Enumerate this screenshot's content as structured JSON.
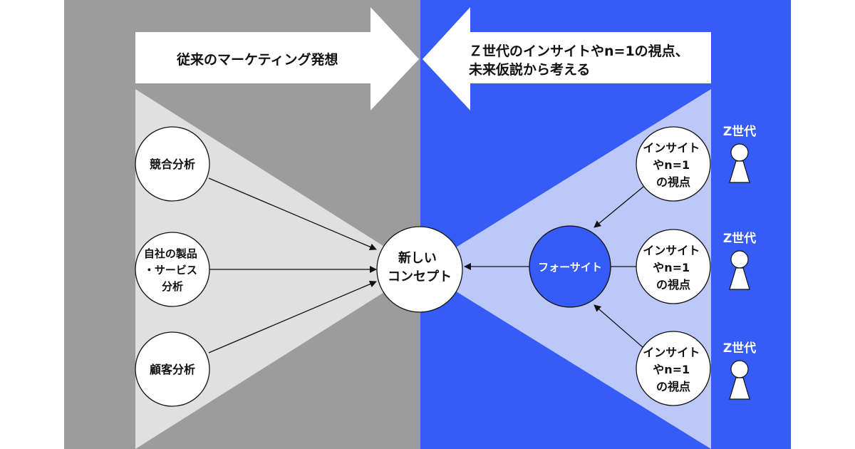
{
  "colors": {
    "gray_panel": "#9c9c9c",
    "blue_panel": "#355cf6",
    "light_gray": "#e0e0e0",
    "light_blue": "#bcc8fa"
  },
  "left_arrow": {
    "label": "従来のマーケティング発想"
  },
  "right_arrow": {
    "lines": [
      "Ｚ世代のインサイトやn=1の視点、",
      "未来仮説から考える"
    ]
  },
  "left_nodes": [
    {
      "lines": [
        "競合分析"
      ]
    },
    {
      "lines": [
        "自社の製品",
        "・サービス",
        "分析"
      ]
    },
    {
      "lines": [
        "顧客分析"
      ]
    }
  ],
  "center_node": {
    "lines": [
      "新しい",
      "コンセプト"
    ]
  },
  "foresight_node": {
    "label": "フォーサイト"
  },
  "insight_nodes": [
    {
      "lines": [
        "インサイト",
        "やn=1",
        "の視点"
      ]
    },
    {
      "lines": [
        "インサイト",
        "やn=1",
        "の視点"
      ]
    },
    {
      "lines": [
        "インサイト",
        "やn=1",
        "の視点"
      ]
    }
  ],
  "persons": [
    {
      "label": "Z世代",
      "icon": "person-icon"
    },
    {
      "label": "Z世代",
      "icon": "person-icon"
    },
    {
      "label": "Z世代",
      "icon": "person-icon"
    }
  ]
}
